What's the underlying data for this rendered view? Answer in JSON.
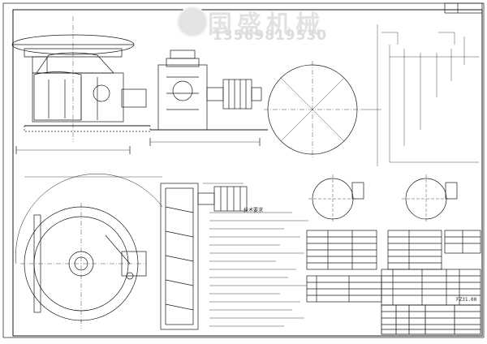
{
  "watermark": {
    "company": "国盛机械",
    "phone": "13569819530",
    "logo_icon": "gs-circle-logo"
  },
  "notes": {
    "title": "技术要求"
  },
  "title_block": {
    "drawing_no": "FZ31.00"
  },
  "colors": {
    "line": "#1a1a1a",
    "watermark": "#e0e0e0",
    "background": "#ffffff"
  }
}
